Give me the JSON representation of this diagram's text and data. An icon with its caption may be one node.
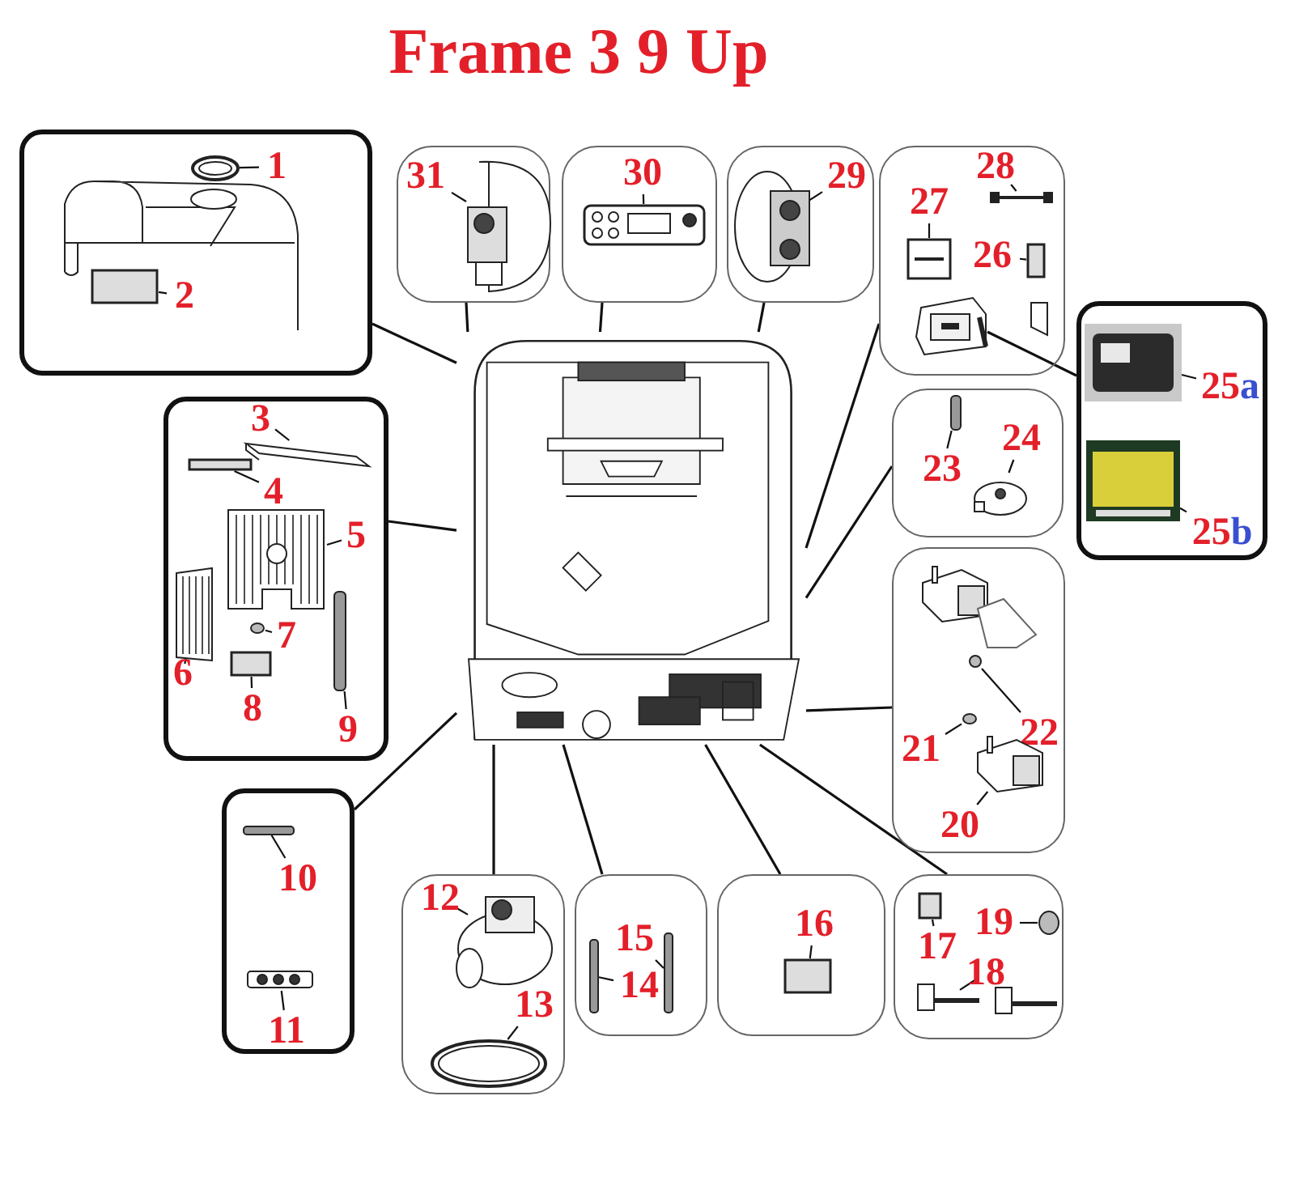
{
  "diagram": {
    "title": "Frame 3 9 Up",
    "nodes": [
      {
        "text": [],
        "shape": "picture"
      },
      {
        "text": [],
        "shape": "box"
      },
      {
        "text": [
          "1"
        ],
        "in": 1
      },
      {
        "text": [],
        "shape": "picture",
        "in": 1
      },
      {
        "text": [
          "2"
        ],
        "in": 1
      },
      {
        "text": [],
        "shape": "box",
        "in": 1
      },
      {
        "text": [],
        "shape": "box"
      },
      {
        "text": [
          "31"
        ],
        "in": 6
      },
      {
        "text": [],
        "shape": "picture",
        "in": 6
      },
      {
        "text": [],
        "shape": "box"
      },
      {
        "text": [
          "30"
        ],
        "in": 9
      },
      {
        "text": [],
        "shape": "picture",
        "in": 9
      },
      {
        "text": [],
        "shape": "box"
      },
      {
        "text": [
          "29"
        ],
        "in": 12
      },
      {
        "text": [],
        "shape": "picture",
        "in": 12
      },
      {
        "text": [],
        "shape": "box"
      },
      {
        "text": [
          "28"
        ],
        "in": 15
      },
      {
        "text": [],
        "shape": "picture",
        "in": 15
      },
      {
        "text": [
          "27"
        ],
        "in": 15
      },
      {
        "text": [],
        "shape": "picture",
        "in": 15
      },
      {
        "text": [
          "26"
        ],
        "in": 15
      },
      {
        "text": [],
        "shape": "box",
        "in": 15
      },
      {
        "text": [],
        "shape": "picture",
        "in": 15
      },
      {
        "text": [],
        "shape": "box"
      },
      {
        "text": [
          "25a"
        ],
        "in": 23
      },
      {
        "text": [],
        "shape": "picture",
        "in": 23
      },
      {
        "text": [
          "25b"
        ],
        "in": 23
      },
      {
        "text": [],
        "shape": "picture",
        "in": 23
      },
      {
        "text": [],
        "shape": "box"
      },
      {
        "text": [
          "23"
        ],
        "in": 28
      },
      {
        "text": [],
        "shape": "bar",
        "in": 28
      },
      {
        "text": [
          "24"
        ],
        "in": 28
      },
      {
        "text": [],
        "shape": "picture",
        "in": 28
      },
      {
        "text": [],
        "shape": "box"
      },
      {
        "text": [
          "3"
        ],
        "in": 33
      },
      {
        "text": [],
        "shape": "picture",
        "in": 33
      },
      {
        "text": [
          "4"
        ],
        "in": 33
      },
      {
        "text": [],
        "shape": "box",
        "in": 33
      },
      {
        "text": [
          "5"
        ],
        "in": 33
      },
      {
        "text": [],
        "shape": "picture",
        "in": 33
      },
      {
        "text": [
          "6"
        ],
        "in": 33
      },
      {
        "text": [],
        "shape": "picture",
        "in": 33
      },
      {
        "text": [
          "7"
        ],
        "in": 33
      },
      {
        "text": [],
        "shape": "circle",
        "in": 33
      },
      {
        "text": [
          "8"
        ],
        "in": 33
      },
      {
        "text": [],
        "shape": "box",
        "in": 33
      },
      {
        "text": [
          "9"
        ],
        "in": 33
      },
      {
        "text": [],
        "shape": "bar",
        "in": 33
      },
      {
        "text": [],
        "shape": "box"
      },
      {
        "text": [
          "22"
        ],
        "in": 48
      },
      {
        "text": [],
        "shape": "circle",
        "in": 48
      },
      {
        "text": [
          "21"
        ],
        "in": 48
      },
      {
        "text": [],
        "shape": "circle",
        "in": 48
      },
      {
        "text": [
          "20"
        ],
        "in": 48
      },
      {
        "text": [],
        "shape": "picture",
        "in": 48
      },
      {
        "text": [],
        "shape": "box"
      },
      {
        "text": [
          "10"
        ],
        "in": 55
      },
      {
        "text": [],
        "shape": "bar",
        "in": 55
      },
      {
        "text": [
          "11"
        ],
        "in": 55
      },
      {
        "text": [],
        "shape": "picture",
        "in": 55
      },
      {
        "text": [],
        "shape": "box"
      },
      {
        "text": [
          "12"
        ],
        "in": 60
      },
      {
        "text": [],
        "shape": "picture",
        "in": 60
      },
      {
        "text": [
          "13"
        ],
        "in": 60
      },
      {
        "text": [],
        "shape": "picture",
        "in": 60
      },
      {
        "text": [],
        "shape": "box"
      },
      {
        "text": [
          "15"
        ],
        "in": 65
      },
      {
        "text": [
          "14"
        ],
        "in": 65
      },
      {
        "text": [],
        "shape": "bar",
        "in": 65
      },
      {
        "text": [],
        "shape": "bar",
        "in": 65
      },
      {
        "text": [],
        "shape": "box"
      },
      {
        "text": [
          "16"
        ],
        "in": 70
      },
      {
        "text": [],
        "shape": "box",
        "in": 70
      },
      {
        "text": [],
        "shape": "box"
      },
      {
        "text": [
          "17"
        ],
        "in": 73
      },
      {
        "text": [],
        "shape": "box",
        "in": 73
      },
      {
        "text": [
          "19"
        ],
        "in": 73
      },
      {
        "text": [],
        "shape": "circle",
        "in": 73
      },
      {
        "text": [
          "18"
        ],
        "in": 73
      },
      {
        "text": [],
        "shape": "picture",
        "in": 73
      }
    ],
    "edges": [
      {
        "from": 1,
        "to": 0,
        "arrow": "none"
      },
      {
        "from": 6,
        "to": 0,
        "arrow": "none"
      },
      {
        "from": 9,
        "to": 0,
        "arrow": "none"
      },
      {
        "from": 12,
        "to": 0,
        "arrow": "none"
      },
      {
        "from": 15,
        "to": 0,
        "arrow": "none"
      },
      {
        "from": 22,
        "to": 23,
        "arrow": "none"
      },
      {
        "from": 28,
        "to": 0,
        "arrow": "none"
      },
      {
        "from": 33,
        "to": 0,
        "arrow": "none"
      },
      {
        "from": 48,
        "to": 0,
        "arrow": "none"
      },
      {
        "from": 55,
        "to": 0,
        "arrow": "none"
      },
      {
        "from": 60,
        "to": 0,
        "arrow": "none"
      },
      {
        "from": 65,
        "to": 0,
        "arrow": "none"
      },
      {
        "from": 70,
        "to": 0,
        "arrow": "none"
      },
      {
        "from": 73,
        "to": 0,
        "arrow": "none"
      },
      {
        "from": 2,
        "to": 3,
        "arrow": "none"
      },
      {
        "from": 4,
        "to": 5,
        "arrow": "none"
      },
      {
        "from": 7,
        "to": 8,
        "arrow": "none"
      },
      {
        "from": 10,
        "to": 11,
        "arrow": "none"
      },
      {
        "from": 13,
        "to": 14,
        "arrow": "none"
      },
      {
        "from": 16,
        "to": 17,
        "arrow": "none"
      },
      {
        "from": 18,
        "to": 19,
        "arrow": "none"
      },
      {
        "from": 20,
        "to": 21,
        "arrow": "none"
      },
      {
        "from": 24,
        "to": 25,
        "arrow": "none"
      },
      {
        "from": 26,
        "to": 27,
        "arrow": "none"
      },
      {
        "from": 29,
        "to": 30,
        "arrow": "none"
      },
      {
        "from": 31,
        "to": 32,
        "arrow": "none"
      },
      {
        "from": 34,
        "to": 35,
        "arrow": "none"
      },
      {
        "from": 36,
        "to": 37,
        "arrow": "none"
      },
      {
        "from": 38,
        "to": 39,
        "arrow": "none"
      },
      {
        "from": 40,
        "to": 41,
        "arrow": "none"
      },
      {
        "from": 42,
        "to": 43,
        "arrow": "none"
      },
      {
        "from": 44,
        "to": 45,
        "arrow": "none"
      },
      {
        "from": 46,
        "to": 47,
        "arrow": "none"
      },
      {
        "from": 49,
        "to": 50,
        "arrow": "none"
      },
      {
        "from": 51,
        "to": 52,
        "arrow": "none"
      },
      {
        "from": 53,
        "to": 54,
        "arrow": "none"
      },
      {
        "from": 56,
        "to": 57,
        "arrow": "none"
      },
      {
        "from": 58,
        "to": 59,
        "arrow": "none"
      },
      {
        "from": 61,
        "to": 62,
        "arrow": "none"
      },
      {
        "from": 63,
        "to": 64,
        "arrow": "none"
      },
      {
        "from": 66,
        "to": 69,
        "arrow": "none"
      },
      {
        "from": 67,
        "to": 68,
        "arrow": "none"
      },
      {
        "from": 71,
        "to": 72,
        "arrow": "none"
      },
      {
        "from": 74,
        "to": 75,
        "arrow": "none"
      },
      {
        "from": 76,
        "to": 77,
        "arrow": "none"
      },
      {
        "from": 78,
        "to": 79,
        "arrow": "none"
      }
    ]
  }
}
